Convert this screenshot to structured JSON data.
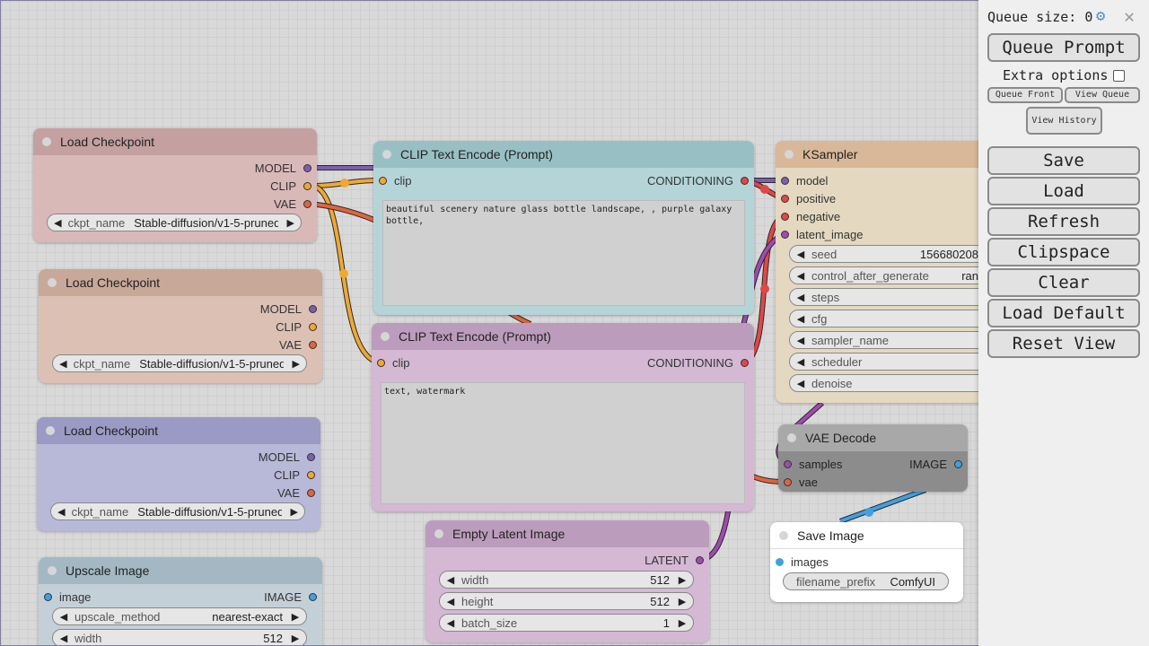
{
  "nodes": {
    "load_ckpt_1": {
      "title": "Load Checkpoint",
      "outputs": [
        "MODEL",
        "CLIP",
        "VAE"
      ],
      "widget_name": "ckpt_name",
      "widget_value": "Stable-diffusion/v1-5-pruned…"
    },
    "load_ckpt_2": {
      "title": "Load Checkpoint",
      "outputs": [
        "MODEL",
        "CLIP",
        "VAE"
      ],
      "widget_name": "ckpt_name",
      "widget_value": "Stable-diffusion/v1-5-pruned…"
    },
    "load_ckpt_3": {
      "title": "Load Checkpoint",
      "outputs": [
        "MODEL",
        "CLIP",
        "VAE"
      ],
      "widget_name": "ckpt_name",
      "widget_value": "Stable-diffusion/v1-5-pruned…"
    },
    "upscale": {
      "title": "Upscale Image",
      "input": "image",
      "output": "IMAGE",
      "widgets": [
        {
          "name": "upscale_method",
          "value": "nearest-exact"
        },
        {
          "name": "width",
          "value": "512"
        }
      ]
    },
    "clip_pos": {
      "title": "CLIP Text Encode (Prompt)",
      "input": "clip",
      "output": "CONDITIONING",
      "text": "beautiful scenery nature glass bottle landscape, , purple galaxy bottle,"
    },
    "clip_neg": {
      "title": "CLIP Text Encode (Prompt)",
      "input": "clip",
      "output": "CONDITIONING",
      "text": "text, watermark"
    },
    "empty_latent": {
      "title": "Empty Latent Image",
      "output": "LATENT",
      "widgets": [
        {
          "name": "width",
          "value": "512"
        },
        {
          "name": "height",
          "value": "512"
        },
        {
          "name": "batch_size",
          "value": "1"
        }
      ]
    },
    "ksampler": {
      "title": "KSampler",
      "inputs": [
        "model",
        "positive",
        "negative",
        "latent_image"
      ],
      "widgets": [
        {
          "name": "seed",
          "value": "156680208"
        },
        {
          "name": "control_after_generate",
          "value": "ran"
        },
        {
          "name": "steps",
          "value": ""
        },
        {
          "name": "cfg",
          "value": ""
        },
        {
          "name": "sampler_name",
          "value": ""
        },
        {
          "name": "scheduler",
          "value": ""
        },
        {
          "name": "denoise",
          "value": ""
        }
      ]
    },
    "vae_decode": {
      "title": "VAE Decode",
      "inputs": [
        "samples",
        "vae"
      ],
      "output": "IMAGE"
    },
    "save_image": {
      "title": "Save Image",
      "input": "images",
      "widget_name": "filename_prefix",
      "widget_value": "ComfyUI"
    }
  },
  "panel": {
    "queue_size_label": "Queue size: 0",
    "queue_prompt": "Queue Prompt",
    "extra_options": "Extra options",
    "queue_front": "Queue Front",
    "view_queue": "View Queue",
    "view_history": "View History",
    "buttons": [
      "Save",
      "Load",
      "Refresh",
      "Clipspace",
      "Clear",
      "Load Default",
      "Reset View"
    ]
  },
  "colors": {
    "model": "#7d5fb0",
    "clip": "#f0a830",
    "vae": "#e0643c",
    "conditioning": "#e04848",
    "latent": "#a04ab0",
    "image": "#40a0e0"
  }
}
